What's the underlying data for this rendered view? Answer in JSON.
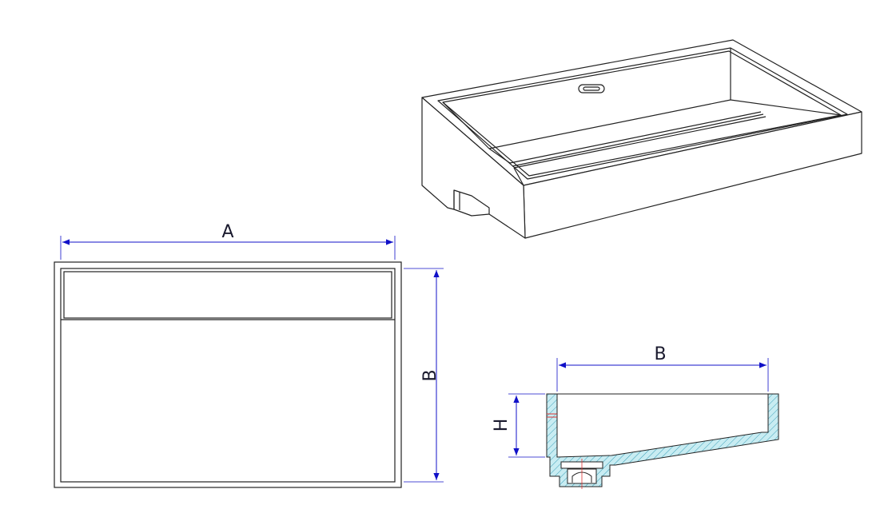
{
  "labels": {
    "width": "A",
    "depth_plan": "B",
    "depth_section": "B",
    "height": "H"
  },
  "colors": {
    "outline": "#222222",
    "dimension": "#1010c8",
    "section_fill": "#c8ecf2",
    "section_hatch": "#3aa0b8"
  }
}
